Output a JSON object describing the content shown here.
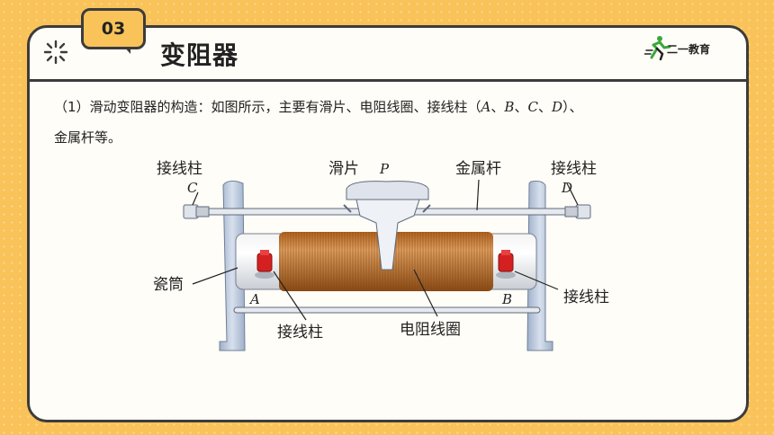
{
  "header": {
    "badge": "03",
    "title": "变阻器",
    "logo_text": "二一教育"
  },
  "paragraph": {
    "p1": "（1）滑动变阻器的构造：如图所示，主要有滑片、电阻线圈、接线柱（",
    "A": "A",
    "sep1": "、",
    "B": "B",
    "sep2": "、",
    "C": "C",
    "sep3": "、",
    "D": "D",
    "p2": "）、",
    "line2": "金属杆等。"
  },
  "figure": {
    "label_terminal_c": "接线柱",
    "letter_c": "C",
    "label_slider": "滑片",
    "letter_p": "P",
    "label_metal_rod": "金属杆",
    "label_terminal_d": "接线柱",
    "letter_d": "D",
    "label_porcelain": "瓷筒",
    "letter_a": "A",
    "letter_b": "B",
    "label_terminal_a": "接线柱",
    "label_coil": "电阻线圈",
    "label_terminal_b": "接线柱"
  },
  "colors": {
    "background": "#f9c35a",
    "frame": "#3c3c3c",
    "coil": "#c8782e",
    "terminal": "#d42020",
    "bracket": "#b8c6dc"
  },
  "icons": {
    "header_decoration": "sparkle-icon",
    "brand": "runner-logo-icon"
  }
}
